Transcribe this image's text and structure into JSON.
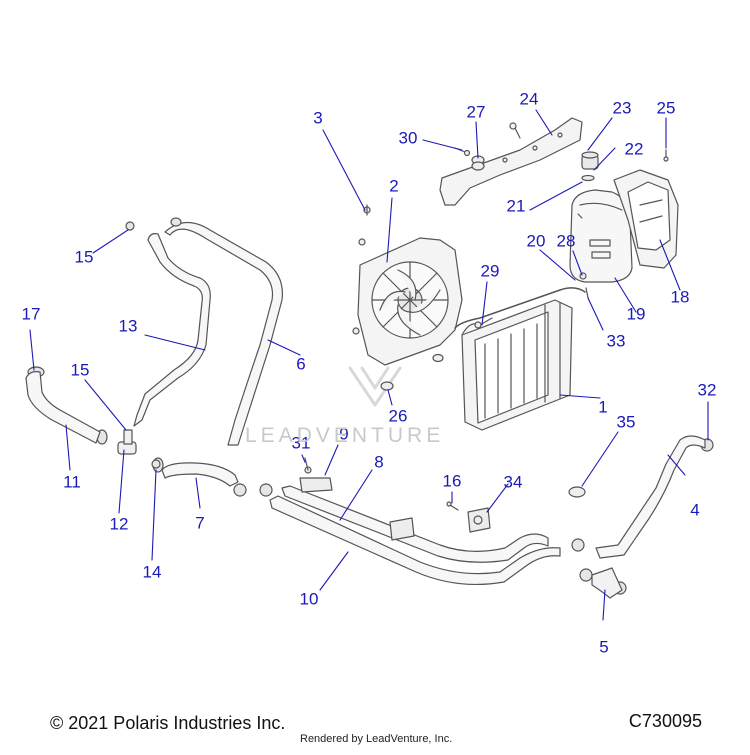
{
  "diagram": {
    "colors": {
      "callout": "#1a1ab8",
      "leader": "#1a1ab8",
      "part_stroke": "#555555",
      "part_fill": "#f4f4f4",
      "watermark": "#c9c9c9"
    },
    "callouts": [
      "1",
      "2",
      "3",
      "4",
      "5",
      "6",
      "7",
      "8",
      "9",
      "10",
      "11",
      "12",
      "13",
      "14",
      "15",
      "15",
      "16",
      "17",
      "18",
      "19",
      "20",
      "21",
      "22",
      "23",
      "24",
      "25",
      "26",
      "27",
      "28",
      "29",
      "30",
      "31",
      "32",
      "33",
      "34",
      "35"
    ]
  },
  "footer": {
    "copyright": "© 2021 Polaris Industries Inc.",
    "code": "C730095",
    "rendered_by": "Rendered by LeadVenture, Inc."
  },
  "watermark": {
    "text": "LEADVENTURE"
  }
}
